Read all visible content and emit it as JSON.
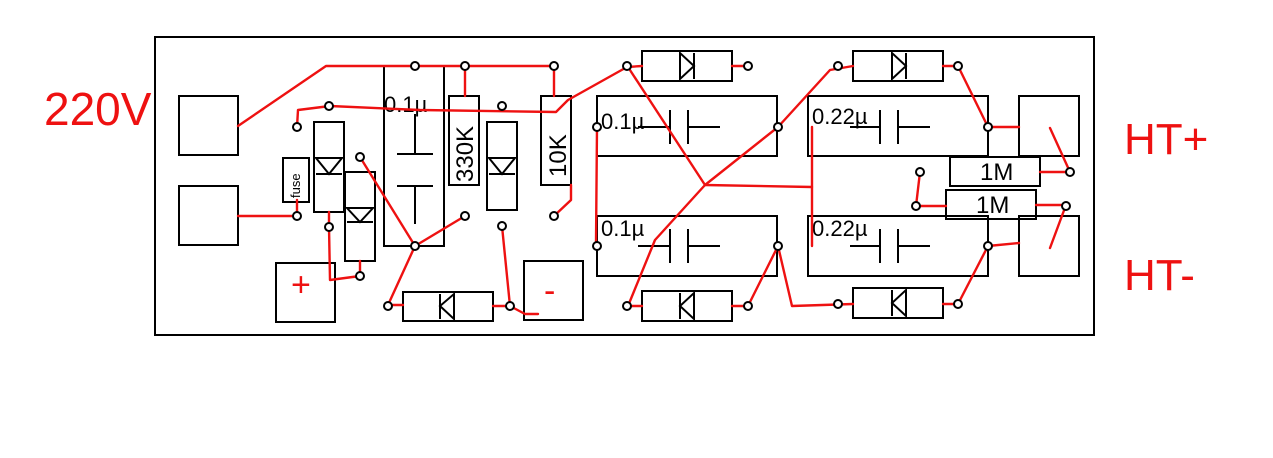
{
  "labels": {
    "input_voltage": "220V",
    "output_positive": "HT+",
    "output_negative": "HT-",
    "pad_plus": "+",
    "pad_minus": "-"
  },
  "components": {
    "fuse": "fuse",
    "cap_input": "0.1µ",
    "resistor_330k": "330K",
    "resistor_10k": "10K",
    "cap_mult_top_left": "0.1µ",
    "cap_mult_bottom_left": "0.1µ",
    "cap_mult_top_right": "0.22µ",
    "cap_mult_bottom_right": "0.22µ",
    "resistor_1m_top": "1M",
    "resistor_1m_bottom": "1M"
  },
  "colors": {
    "wire": "#ee1111",
    "outline": "#000000",
    "label_text": "#ee1111"
  }
}
